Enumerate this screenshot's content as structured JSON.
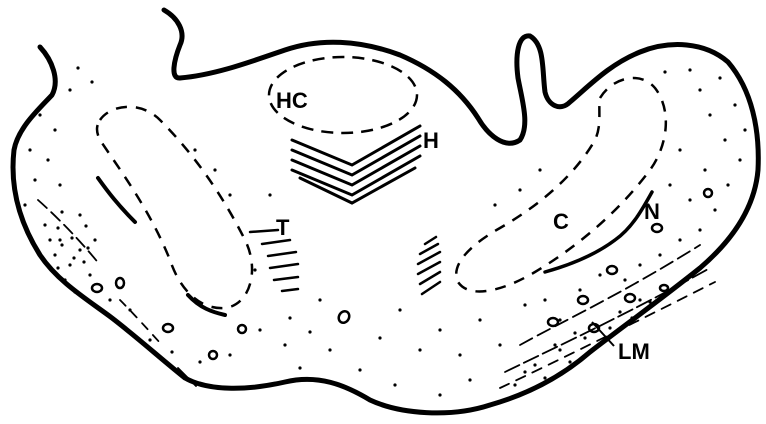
{
  "labels": {
    "hc": "HC",
    "h": "H",
    "t": "T",
    "c": "C",
    "n": "N",
    "lm": "LM"
  },
  "colors": {
    "ink": "#000000",
    "paper": "#ffffff"
  }
}
